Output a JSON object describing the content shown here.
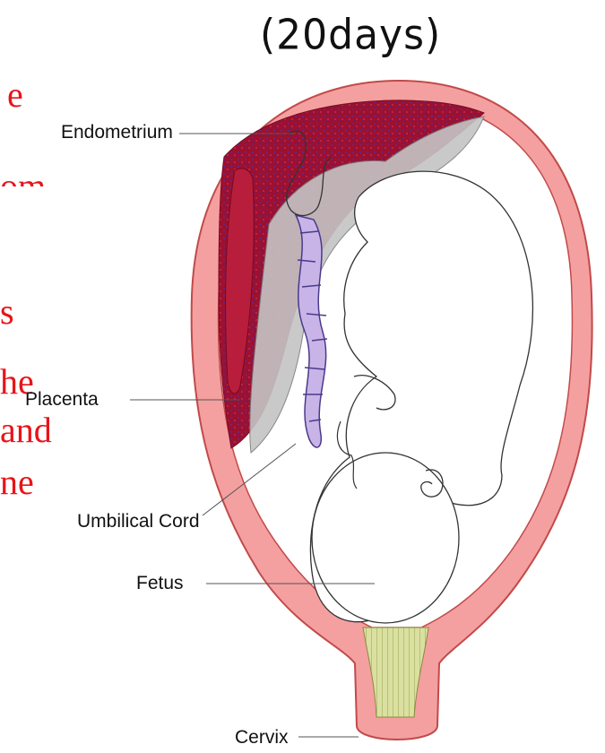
{
  "annotation": {
    "text": "(20days)"
  },
  "background_text": [
    {
      "id": "frag-1",
      "text": "e"
    },
    {
      "id": "frag-2",
      "text": "om"
    },
    {
      "id": "frag-3",
      "text": "s"
    },
    {
      "id": "frag-4",
      "text": "he"
    },
    {
      "id": "frag-5",
      "text": "and"
    },
    {
      "id": "frag-6",
      "text": "ne"
    }
  ],
  "labels": {
    "endometrium": "Endometrium",
    "placenta": "Placenta",
    "umbilical_cord": "Umbilical Cord",
    "fetus": "Fetus",
    "cervix": "Cervix"
  },
  "colors": {
    "uterine_wall": "#f4a0a0",
    "wall_outline": "#c24a4a",
    "endometrium": "#a01030",
    "placenta": "#b81e3c",
    "membrane": "#b8b8b8",
    "cervix": "#d9e0a0",
    "red_text": "#e8141a"
  }
}
